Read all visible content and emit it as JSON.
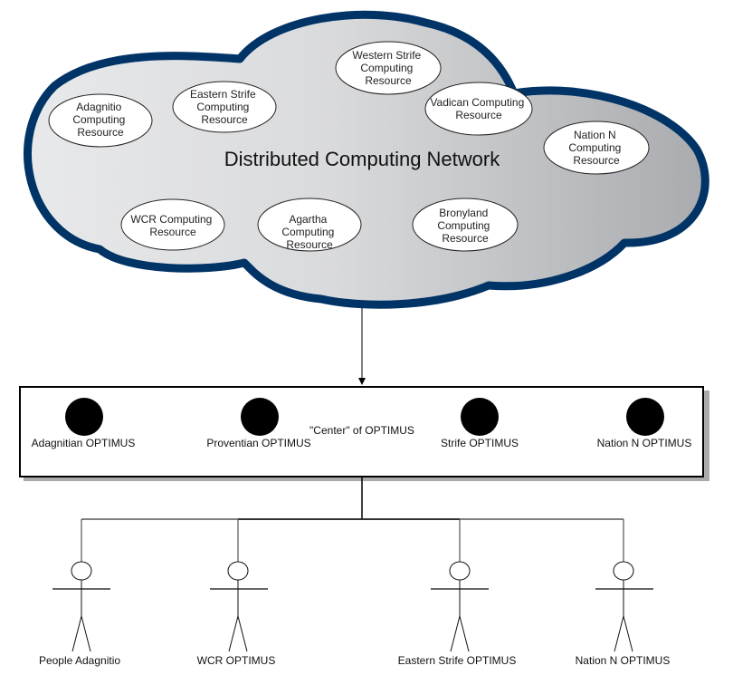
{
  "diagram": {
    "cloud": {
      "title": "Distributed Computing Network",
      "border_color": "#003366",
      "resources": [
        {
          "id": "adagnitio",
          "lines": [
            "Adagnitio",
            "Computing",
            "Resource"
          ]
        },
        {
          "id": "eastern-strife",
          "lines": [
            "Eastern Strife",
            "Computing",
            "Resource"
          ]
        },
        {
          "id": "western-strife",
          "lines": [
            "Western Strife",
            "Computing",
            "Resource"
          ]
        },
        {
          "id": "vadican",
          "lines": [
            "Vadican Computing",
            "Resource"
          ]
        },
        {
          "id": "nation-n",
          "lines": [
            "Nation N",
            "Computing",
            "Resource"
          ]
        },
        {
          "id": "wcr",
          "lines": [
            "WCR Computing",
            "Resource"
          ]
        },
        {
          "id": "agartha",
          "lines": [
            "Agartha",
            "Computing",
            "Resource"
          ]
        },
        {
          "id": "bronyland",
          "lines": [
            "Bronyland",
            "Computing",
            "Resource"
          ]
        }
      ]
    },
    "optimus_box": {
      "center_label": "\"Center\" of OPTIMUS",
      "nodes": [
        {
          "id": "adagnitian",
          "label": "Adagnitian OPTIMUS"
        },
        {
          "id": "proventian",
          "label": "Proventian OPTIMUS"
        },
        {
          "id": "strife",
          "label": "Strife OPTIMUS"
        },
        {
          "id": "nation-n",
          "label": "Nation N OPTIMUS"
        }
      ]
    },
    "actors": [
      {
        "id": "people-adagnitio",
        "label": "People Adagnitio"
      },
      {
        "id": "wcr-optimus",
        "label": "WCR OPTIMUS"
      },
      {
        "id": "eastern-strife-optimus",
        "label": "Eastern Strife OPTIMUS"
      },
      {
        "id": "nation-n-optimus",
        "label": "Nation N OPTIMUS"
      }
    ]
  }
}
